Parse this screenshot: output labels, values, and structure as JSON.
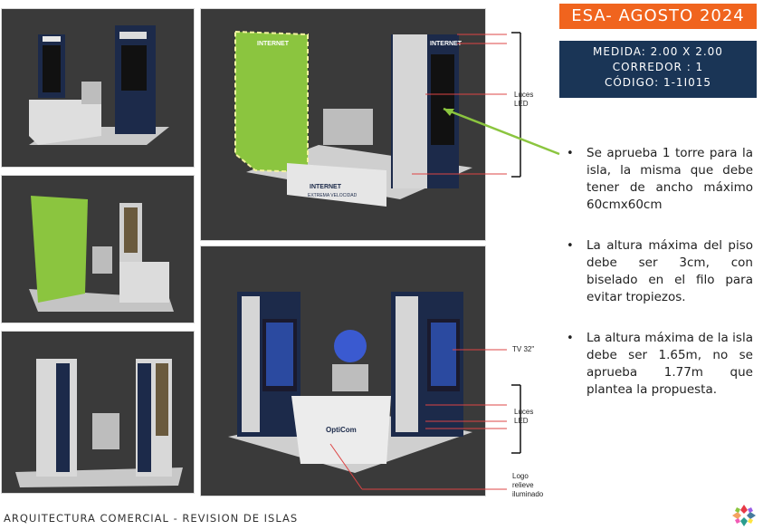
{
  "header": {
    "title": "ESA- AGOSTO 2024",
    "accent_color": "#f0641e",
    "spec_color": "#1a3556"
  },
  "spec": {
    "medida": "MEDIDA: 2.00 X 2.00",
    "corredor": "CORREDOR : 1",
    "codigo": "CÓDIGO: 1-1I015"
  },
  "notes": [
    "Se aprueba 1 torre para la isla, la misma que debe tener de ancho máximo 60cmx60cm",
    "La altura máxima del piso debe ser 3cm, con biselado en el filo para evitar tropiezos.",
    "La altura máxima de la isla debe ser 1.65m, no se aprueba 1.77m que plantea la propuesta."
  ],
  "annotations": {
    "luces_top_1": "Luces",
    "luces_top_2": "LED",
    "tv": "TV 32\"",
    "luces_bottom_1": "Luces",
    "luces_bottom_2": "LED",
    "logo_1": "Logo",
    "logo_2": "relieve",
    "logo_3": "iluminado"
  },
  "booth_text": {
    "internet": "INTERNET",
    "counter_line1": "INTERNET",
    "counter_line2": "EXTREMA VELOCIDAD",
    "brand": "OptiCom"
  },
  "footer": {
    "text": "ARQUITECTURA COMERCIAL - REVISION DE ISLAS"
  },
  "icons": {
    "logo": "company-logo-icon",
    "arrow": "green-arrow-icon"
  }
}
